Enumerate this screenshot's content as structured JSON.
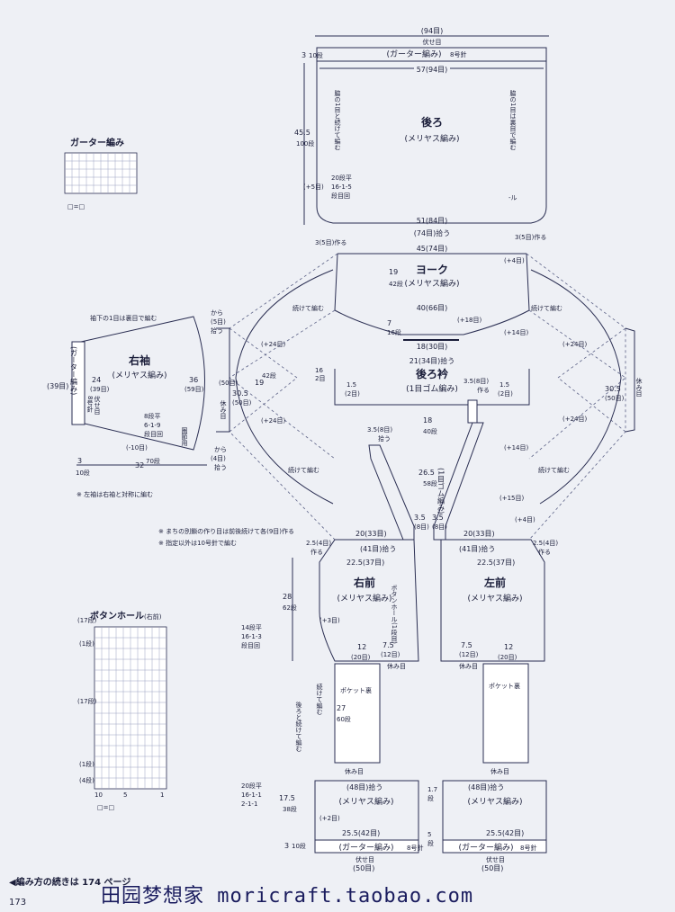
{
  "page_title": "カーディガン",
  "garter_stitch_chart_title": "ガーター編み",
  "garter_legend": "□=□",
  "buttonhole_title": "ボタンホール",
  "buttonhole_side": "(右前)",
  "buttonhole_rows": [
    "(17段)",
    "(1段)",
    "(17段)",
    "(1段)",
    "(4段)"
  ],
  "buttonhole_cols": [
    "10",
    "5",
    "1"
  ],
  "buttonhole_legend": "□=□",
  "notes": [
    "※ まちの別鎖の作り目は前後続けて各(9目)作る",
    "※ 指定以外は10号針で編む"
  ],
  "sleeve_note": "※ 左袖は右袖と対称に編む",
  "back": {
    "title": "後ろ",
    "stitch": "(メリヤス編み)",
    "top_st": "(94目)",
    "top_cast": "伏せ目",
    "band": "(ガーター編み)",
    "band_needle": "8号針",
    "width_top": "57(94目)",
    "width_bottom": "51(84目)",
    "bottom_pick": "(74目)拾う",
    "h1": "3",
    "h1r": "10段",
    "h2": "45.5",
    "h2r": "100段",
    "dec": "(+5目)",
    "dec_rows": [
      "20段平",
      "16-1-5",
      "段目回"
    ],
    "dec_right": "-ル",
    "side_note": "脇の1目は裏目で編む",
    "side_note2": "脇の1目と続けて編む",
    "left_pick": "3(5目)作る",
    "right_pick": "3(5目)作る"
  },
  "yoke": {
    "title": "ヨーク",
    "stitch": "(メリヤス編み)",
    "width": "45(74目)",
    "plus": "(+4目)",
    "h": "19",
    "hr": "42段",
    "w2": "40(66目)",
    "inc": "(+18目)",
    "h2": "7",
    "h2r": "16段",
    "w3": "18(30目)",
    "w4": "21(34目)拾う",
    "cont": "続けて編む"
  },
  "collar": {
    "title": "後ろ衿",
    "stitch": "(1目ゴム編み)",
    "left_pick": "16",
    "left_pick2": "2目",
    "h": "18",
    "hr": "40段",
    "gap": "1.5",
    "gap2": "(2目)",
    "right_mark": "3.5(8目)",
    "right_mark2": "作る",
    "left_mark": "3.5(8目)",
    "left_mark2": "拾う"
  },
  "front_band": {
    "title": "(1目ゴム編み)",
    "h": "26.5",
    "hr": "58段",
    "l": "3.5",
    "lr": "(8目)",
    "r": "3.5",
    "rr": "(8目)"
  },
  "sleeve": {
    "title": "右袖",
    "stitch": "(メリヤス編み)",
    "w": "24",
    "wr": "(39目)",
    "h": "36",
    "hr": "(59目)",
    "cuff": "(ガーター編み)",
    "cuff2": "8号針",
    "cuff_st": "(39目)",
    "cuff_cast": "伏せ目",
    "len": "32",
    "lenr": "70段",
    "dec": "(-10目)",
    "dec_rows": [
      "8段平",
      "6-1-9",
      "段目回"
    ],
    "top_note": "袖下の1目は裏目で編む",
    "from": "から",
    "from_st": "(5目)",
    "from_pick": "拾う",
    "bottom_from": "から",
    "bottom_st": "(4目)",
    "bottom_pick": "拾う",
    "rest": "休み目",
    "rest_st": "(50目)",
    "w2": "30.5",
    "w2r": "(50目)",
    "cuff_h": "3",
    "cuff_hr": "10段",
    "cuff_w": "19",
    "cuff_wr": "42段",
    "circle_label": "圏節用"
  },
  "body": {
    "left_plus": "(+24目)",
    "left_plus2": "(+24目)",
    "right_plus": "(+24目)",
    "right_plus2": "(+24目)",
    "plus14a": "(+14目)",
    "plus14b": "(+14目)",
    "plus15": "(+15目)",
    "plus4": "(+4目)",
    "right_side": "30.5",
    "right_side2": "(50目)",
    "right_rest": "休み目",
    "cont": "続けて編む"
  },
  "right_front": {
    "title": "右前",
    "stitch": "(メリヤス編み)",
    "top": "20(33目)",
    "pick": "(41目)拾う",
    "w": "22.5(37目)",
    "h": "28",
    "hr": "62段",
    "plus": "(+3目)",
    "side": "2.5(4目)",
    "side2": "作る",
    "pocket_w": "12",
    "pocket_wr": "(20目)",
    "pocket_r": "7.5",
    "pocket_rr": "(12目)",
    "rest": "休み目",
    "pocket_lining": "ポケット裏",
    "pocket_h": "27",
    "pocket_hr": "60段",
    "pocket_rest": "休み目",
    "band_text": "ボタンホール(1段目)",
    "button_note": "続けて編む",
    "dec_rows": [
      "14段平",
      "16-1-3",
      "段目回"
    ],
    "side_note": "後ろと続けて編む"
  },
  "left_front": {
    "title": "左前",
    "stitch": "(メリヤス編み)",
    "top": "20(33目)",
    "pick": "(41目)拾う",
    "w": "22.5(37目)",
    "side": "2.5(4目)",
    "side2": "作る",
    "pocket_w": "12",
    "pocket_wr": "(20目)",
    "pocket_l": "7.5",
    "pocket_lr": "(12目)",
    "rest": "休み目",
    "pocket_lining": "ポケット裏",
    "pocket_rest": "休み目"
  },
  "hem_right": {
    "pick": "(48目)拾う",
    "stitch": "(メリヤス編み)",
    "plus": "(+2目)",
    "w": "25.5(42目)",
    "band": "(ガーター編み)",
    "needle": "8号針",
    "cast": "伏せ目",
    "cast_st": "(50目)",
    "h": "17.5",
    "hr": "38段",
    "h2": "3",
    "h2r": "10段",
    "dec_rows": [
      "20段平",
      "16-1-1",
      "2-1-1"
    ],
    "band_h": "5",
    "band_hr": "段",
    "band_w": "1.7",
    "band_wr": "段"
  },
  "hem_left": {
    "pick": "(48目)拾う",
    "stitch": "(メリヤス編み)",
    "w": "25.5(42目)",
    "band": "(ガーター編み)",
    "needle": "8号針",
    "cast": "伏せ目",
    "cast_st": "(50目)"
  },
  "continue_note": "◀編み方の続きは 174 ページ",
  "page_number": "173",
  "watermark": "田园梦想家 moricraft.taobao.com"
}
